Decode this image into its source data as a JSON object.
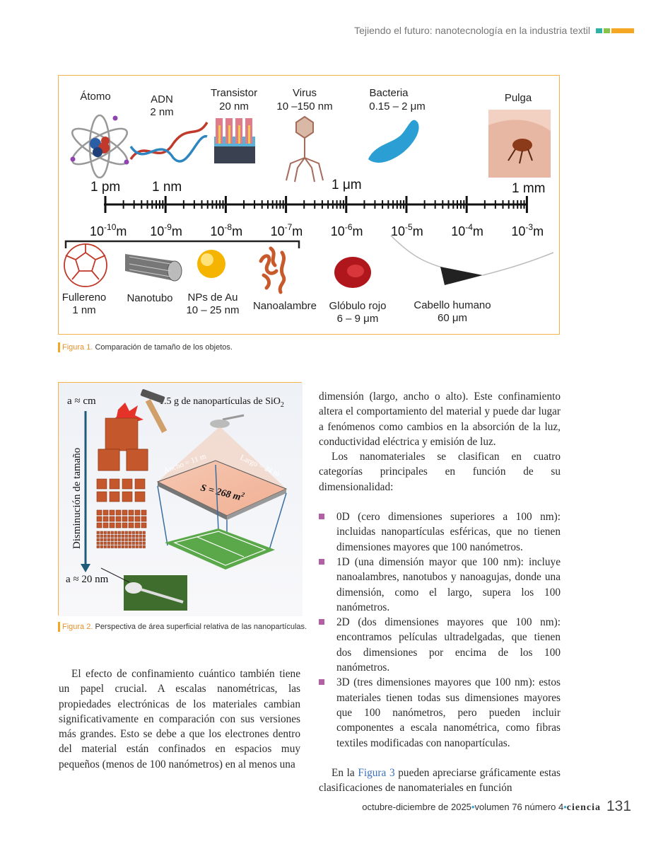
{
  "header": {
    "running_title": "Tejiendo el futuro: nanotecnología en la industria textil",
    "marks": [
      "#2db3a5",
      "#8bc34a",
      "#f5a623"
    ]
  },
  "figure1": {
    "top_items": [
      {
        "name": "Átomo",
        "size": ""
      },
      {
        "name": "ADN",
        "size": "2 nm"
      },
      {
        "name": "Transistor",
        "size": "20 nm"
      },
      {
        "name": "Virus",
        "size": "10 –150 nm"
      },
      {
        "name": "Bacteria",
        "size": "0.15 – 2 μm"
      },
      {
        "name": "Pulga",
        "size": ""
      }
    ],
    "scale_top_labels": [
      "1 pm",
      "1 nm",
      "1 μm",
      "1 mm"
    ],
    "scale_bottom_bases": [
      "10",
      "10",
      "10",
      "10",
      "10",
      "10",
      "10",
      "10"
    ],
    "scale_bottom_exps": [
      "-10",
      "-9",
      "-8",
      "-7",
      "-6",
      "-5",
      "-4",
      "-3"
    ],
    "scale_unit": "m",
    "bottom_items": [
      {
        "name": "Fullereno",
        "size": "1 nm"
      },
      {
        "name": "Nanotubo",
        "size": ""
      },
      {
        "name": "NPs de Au",
        "size": "10 – 25 nm"
      },
      {
        "name": "Nanoalambre",
        "size": ""
      },
      {
        "name": "Glóbulo rojo",
        "size": "6 – 9 μm"
      },
      {
        "name": "Cabello humano",
        "size": "60 μm"
      }
    ],
    "caption_label": "Figura 1.",
    "caption_text": " Comparación de tamaño de los objetos."
  },
  "figure2": {
    "label_top": "a ≈ cm",
    "label_mass": "1.5 g  de nanopartículas de SiO",
    "label_mass_sub": "2",
    "label_axis": "Disminución de tamaño",
    "label_width": "Ancho = 11 m",
    "label_length": "Largo = 24 m",
    "label_area": "S = 268 m",
    "label_area_sup": "2",
    "label_bottom": "a ≈ 20 nm",
    "caption_label": "Figura 2.",
    "caption_text": " Perspectiva de área superficial relativa de las nanopartículas."
  },
  "left_column": {
    "paragraph": "El efecto de confinamiento cuántico también tiene un papel crucial. A escalas nanométricas, las propiedades electrónicas de los materiales cambian significativamente en comparación con sus versiones más grandes. Esto se debe a que los electrones dentro del material están confinados en espacios muy pequeños (menos de 100 nanómetros) en al menos una"
  },
  "right_column": {
    "paragraph1": "dimensión (largo, ancho o alto). Este confinamiento altera el comportamiento del material y puede dar lugar a fenómenos como cambios en la absorción de la luz, conductividad eléctrica y emisión de luz.",
    "paragraph2": "Los nanomateriales se clasifican en cuatro categorías principales en función de su dimensionalidad:",
    "bullets": [
      "0D (cero dimensiones superiores a 100 nm): incluidas nanopartículas esféricas, que no tienen dimensiones mayores que 100 nanómetros.",
      "1D (una dimensión mayor que 100 nm): incluye nanoalambres, nanotubos y nanoagujas, donde una dimensión, como el largo, supera los 100 nanómetros.",
      "2D (dos dimensiones mayores que 100 nm): encontramos películas ultradelgadas, que tienen dos dimensiones por encima de los 100 nanómetros.",
      "3D (tres dimensiones mayores que 100 nm): estos materiales tienen todas sus dimensiones mayores que 100 nanómetros, pero pueden incluir componentes a escala nanométrica, como fibras textiles modificadas con nanopartículas."
    ],
    "paragraph3_pre": "En la ",
    "paragraph3_link": "Figura 3",
    "paragraph3_post": " pueden apreciarse gráficamente estas clasificaciones de nanomateriales en función"
  },
  "footer": {
    "issue": "octubre-diciembre de 2025",
    "volume": "volumen 76 número 4",
    "magazine": "ciencia",
    "sep": "•",
    "page": "131"
  }
}
